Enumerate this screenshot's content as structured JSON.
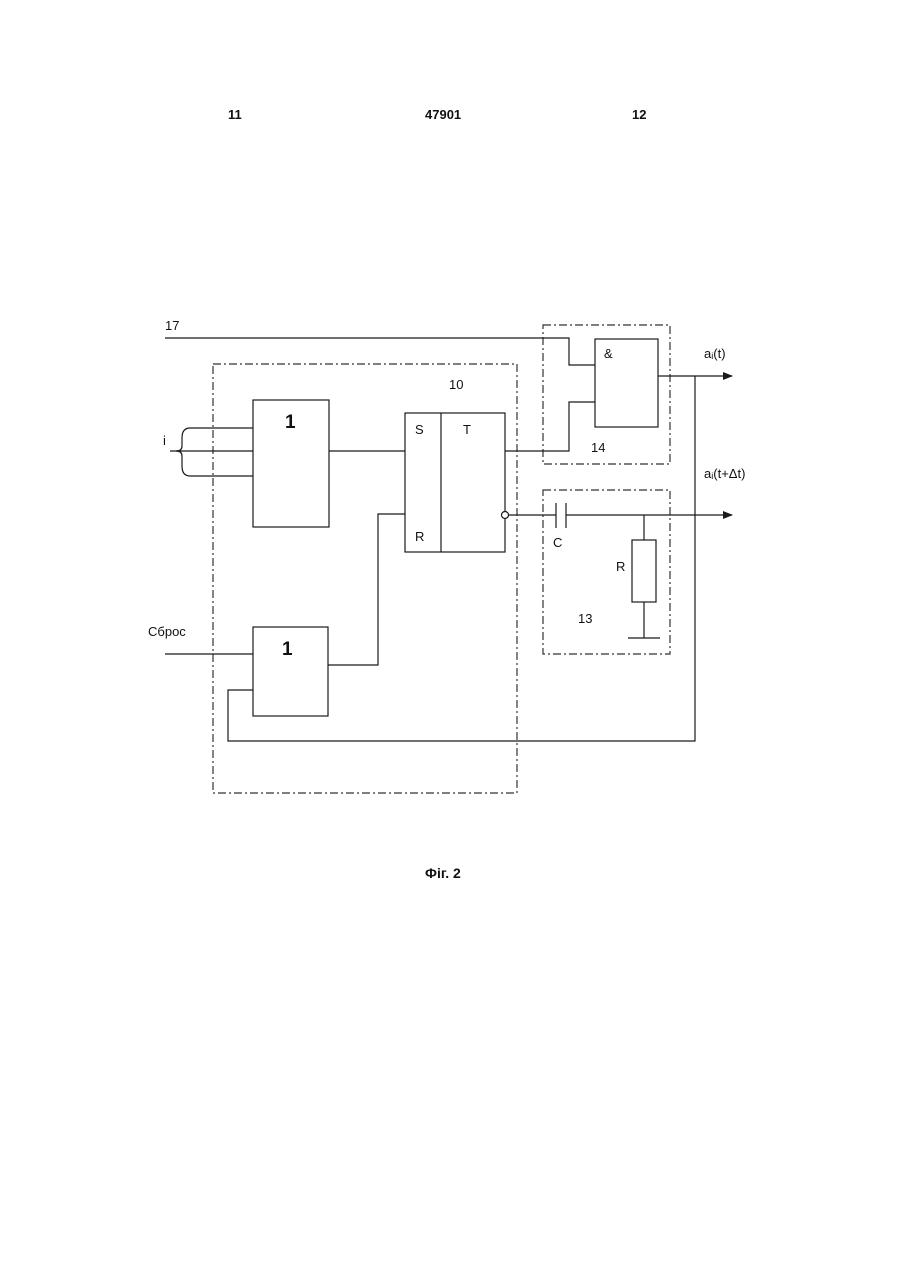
{
  "header": {
    "left": "11",
    "center": "47901",
    "right": "12"
  },
  "caption": "Фіг. 2",
  "diagram": {
    "or_gate_top": "1",
    "or_gate_bottom": "1",
    "and_gate": "&",
    "flipflop": {
      "s": "S",
      "t": "T",
      "r": "R"
    },
    "capacitor": "C",
    "resistor": "R",
    "block_10": "10",
    "block_13": "13",
    "block_14": "14",
    "line_17": "17",
    "input_i": "i",
    "input_reset": "Сброс",
    "output_top": "aᵢ(t)",
    "output_bottom": "aᵢ(t+Δt)"
  }
}
